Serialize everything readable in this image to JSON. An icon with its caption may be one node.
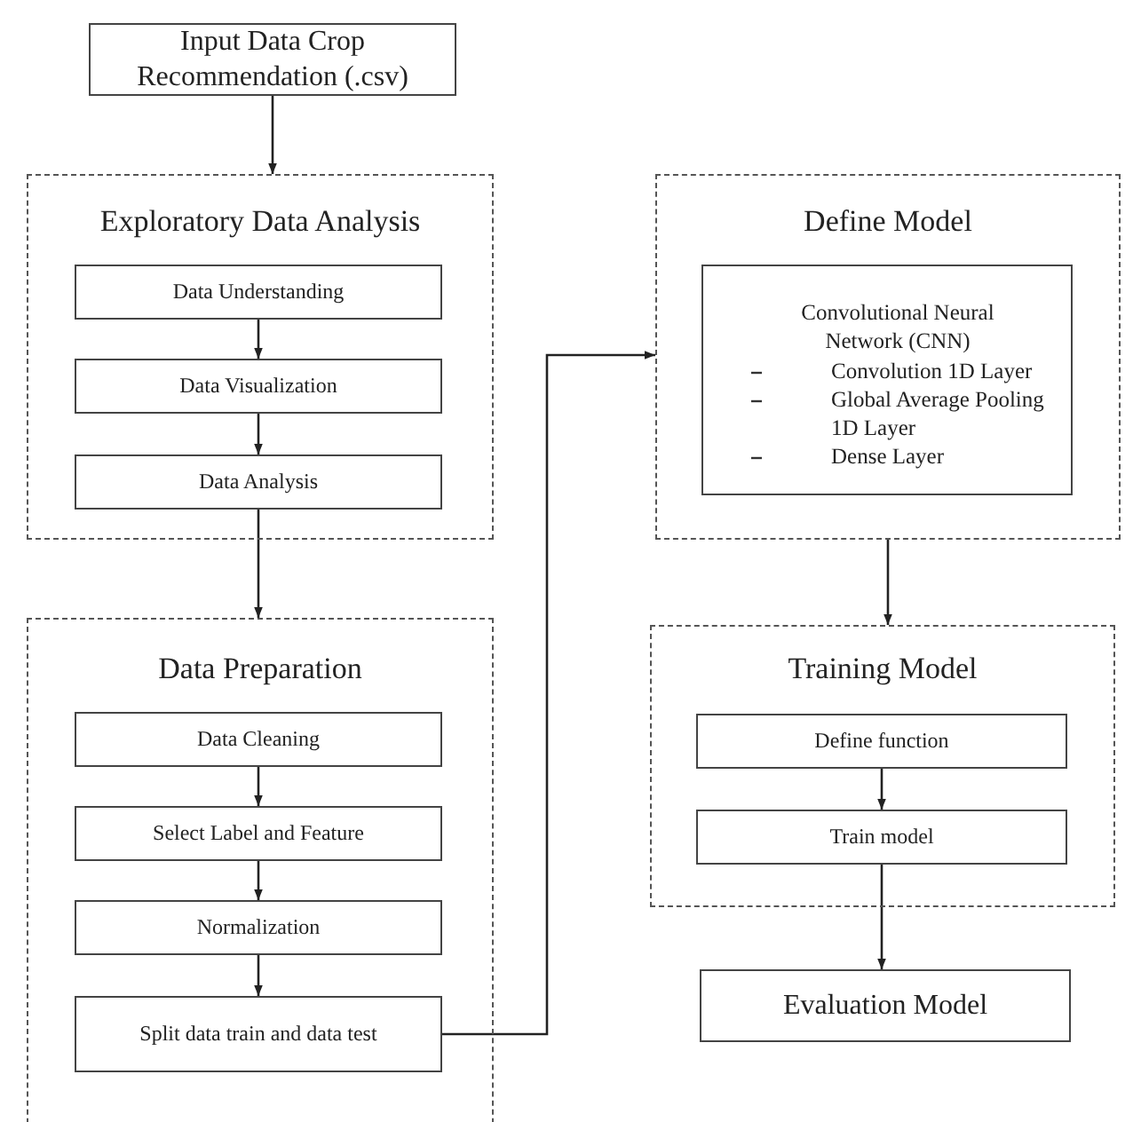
{
  "diagram": {
    "nodes": [
      {
        "text": [
          "Input Data Crop Recommendation (.csv)"
        ]
      },
      {
        "text": [
          "Exploratory Data Analysis"
        ]
      },
      {
        "text": [
          "Data Understanding"
        ],
        "in": 1
      },
      {
        "text": [
          "Data Visualization"
        ],
        "in": 1
      },
      {
        "text": [
          "Data Analysis"
        ],
        "in": 1
      },
      {
        "text": [
          "Data Preparation"
        ]
      },
      {
        "text": [
          "Data Cleaning"
        ],
        "in": 5
      },
      {
        "text": [
          "Select Label and Feature"
        ],
        "in": 5
      },
      {
        "text": [
          "Normalization"
        ],
        "in": 5
      },
      {
        "text": [
          "Split data train and data test"
        ],
        "in": 5
      },
      {
        "text": [
          "Define Model"
        ]
      },
      {
        "text": [
          "Convolutional Neural Network (CNN)",
          "Convolution 1D Layer",
          "Global Average Pooling 1D Layer",
          "Dense Layer"
        ],
        "in": 10
      },
      {
        "text": [
          "Training Model"
        ]
      },
      {
        "text": [
          "Define function"
        ],
        "in": 12
      },
      {
        "text": [
          "Train model"
        ],
        "in": 12
      },
      {
        "text": [
          "Evaluation Model"
        ]
      }
    ],
    "edges": [
      {
        "from": 0,
        "to": 1,
        "arrow": "to"
      },
      {
        "from": 2,
        "to": 3,
        "arrow": "to"
      },
      {
        "from": 3,
        "to": 4,
        "arrow": "to"
      },
      {
        "from": 4,
        "to": 5,
        "arrow": "to"
      },
      {
        "from": 6,
        "to": 7,
        "arrow": "to"
      },
      {
        "from": 7,
        "to": 8,
        "arrow": "to"
      },
      {
        "from": 8,
        "to": 9,
        "arrow": "to"
      },
      {
        "from": 9,
        "to": 10,
        "arrow": "to"
      },
      {
        "from": 10,
        "to": 12,
        "arrow": "to"
      },
      {
        "from": 13,
        "to": 14,
        "arrow": "to"
      },
      {
        "from": 14,
        "to": 15,
        "arrow": "to"
      }
    ]
  }
}
